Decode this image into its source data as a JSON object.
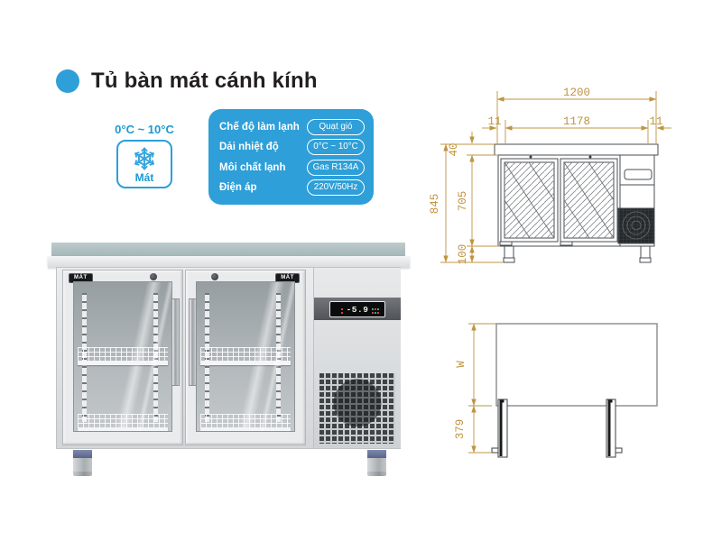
{
  "title": {
    "text": "Tủ bàn mát cánh kính"
  },
  "colors": {
    "accent_blue": "#2e9fd8",
    "dimension_tan": "#bf9441"
  },
  "temp_badge": {
    "range": "0°C ~ 10°C",
    "label": "Mát",
    "icon": "snowflake-icon"
  },
  "specs": {
    "rows": [
      {
        "label": "Chế độ làm lạnh",
        "value": "Quạt gió"
      },
      {
        "label": "Dải nhiệt độ",
        "value": "0°C ~ 10°C"
      },
      {
        "label": "Môi chất lạnh",
        "value": "Gas R134A"
      },
      {
        "label": "Điện áp",
        "value": "220V/50Hz"
      }
    ]
  },
  "product": {
    "door_badge": "MÁT",
    "display_value": "-5.9"
  },
  "drawings": {
    "front": {
      "dim_width_total": "1200",
      "dim_width_inner": "1178",
      "dim_edge_left": "11",
      "dim_edge_right": "11",
      "dim_height_total": "845",
      "dim_height_body": "705",
      "dim_top_thickness": "40",
      "dim_leg_height": "100"
    },
    "side": {
      "dim_depth": "W",
      "dim_leg": "379"
    }
  }
}
